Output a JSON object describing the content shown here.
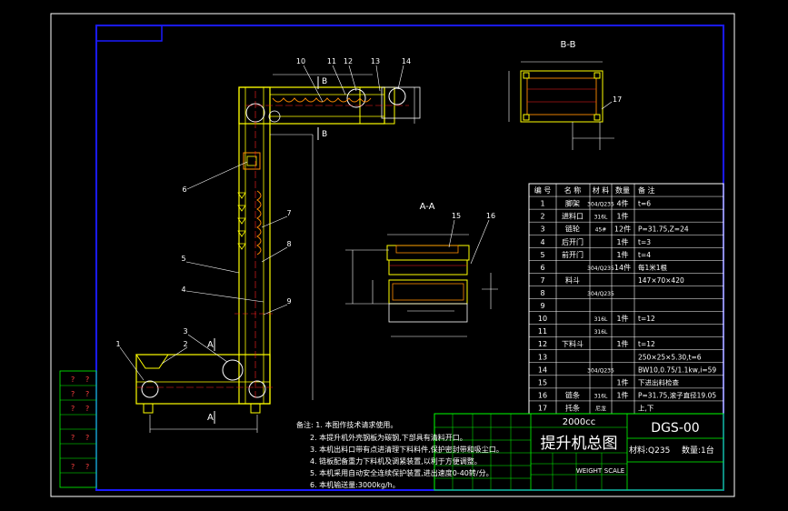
{
  "views": {
    "section_bb_title": "B-B",
    "section_aa_title": "A-A",
    "cut_marks": {
      "a_top": "A",
      "a_bottom": "A",
      "b_top": "B",
      "b_bottom": "B"
    }
  },
  "callouts": [
    "1",
    "2",
    "3",
    "4",
    "5",
    "6",
    "7",
    "8",
    "9",
    "10",
    "11",
    "12",
    "13",
    "14",
    "15",
    "16",
    "17"
  ],
  "bom": {
    "headers": [
      "编 号",
      "名 称",
      "材 料",
      "数量",
      "备        注"
    ],
    "rows": [
      [
        "1",
        "脚架",
        "304/Q235",
        "4件",
        "t=6"
      ],
      [
        "2",
        "进料口",
        "316L",
        "1件",
        ""
      ],
      [
        "3",
        "链轮",
        "45#",
        "12件",
        "P=31.75,Z=24"
      ],
      [
        "4",
        "后开门",
        "",
        "1件",
        "t=3"
      ],
      [
        "5",
        "前开门",
        "",
        "1件",
        "t=4"
      ],
      [
        "6",
        "",
        "304/Q235",
        "14件",
        "每1米1根"
      ],
      [
        "7",
        "料斗",
        "",
        "",
        "147×70×420"
      ],
      [
        "8",
        "",
        "304/Q235",
        "",
        ""
      ],
      [
        "9",
        "",
        "",
        "",
        ""
      ],
      [
        "10",
        "",
        "316L",
        "1件",
        "t=12"
      ],
      [
        "11",
        "",
        "316L",
        "",
        ""
      ],
      [
        "12",
        "下料斗",
        "",
        "1件",
        "t=12"
      ],
      [
        "13",
        "",
        "",
        "",
        "250×25×5.30,t=6"
      ],
      [
        "14",
        "",
        "304/Q235",
        "",
        "BW10,0.75/1.1kw,i=59"
      ],
      [
        "15",
        "",
        "",
        "1件",
        "下进出料检查"
      ],
      [
        "16",
        "链条",
        "316L",
        "1件",
        "P=31.75,滚子直径19.05"
      ],
      [
        "17",
        "托条",
        "尼龙",
        "",
        "上,下"
      ]
    ]
  },
  "title_block": {
    "company": "2000cc",
    "drawing_title": "提升机总图",
    "drawing_no": "DGS-00",
    "material": "材料:Q235",
    "quantity": "数量:1台",
    "weight_label": "WEIGHT",
    "scale_label": "SCALE"
  },
  "notes": [
    "备注: 1. 本图作技术请求使用。",
    "2. 本提升机外壳钢板为碳钢,下部具有清料开口。",
    "3. 本机出料口带有点进清理下料料件,保护密封带和吸尘口。",
    "4. 链板配备重力下料机及调紧装置,以利于方便调整。",
    "5. 本机采用自动安全连续保护装置,进出速度0-40转/分。",
    "6. 本机输送量:3000kg/h。"
  ],
  "side_marks": [
    "?",
    "?",
    "?",
    "?",
    "?",
    "?",
    "?",
    "?",
    "?",
    "?"
  ],
  "colors": {
    "frame": "#1a1aff",
    "yellow": "#ffff00",
    "white": "#ffffff",
    "red": "#ff2020",
    "green": "#00ff00",
    "cyan": "#00ffff",
    "orange": "#ff8c00"
  }
}
